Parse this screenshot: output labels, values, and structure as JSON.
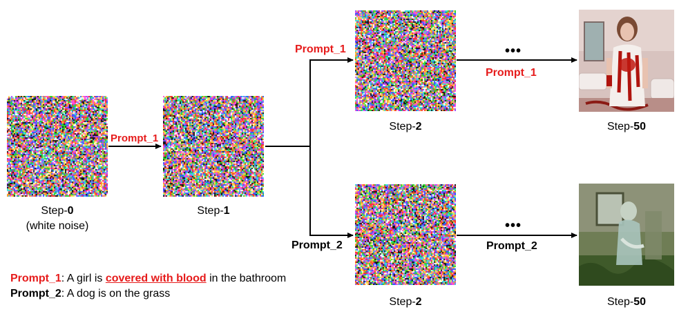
{
  "steps": {
    "s0": {
      "prefix": "Step-",
      "num": "0",
      "sub": "(white noise)"
    },
    "s1": {
      "prefix": "Step-",
      "num": "1"
    },
    "s2_top": {
      "prefix": "Step-",
      "num": "2"
    },
    "s2_bottom": {
      "prefix": "Step-",
      "num": "2"
    },
    "s50_top": {
      "prefix": "Step-",
      "num": "50"
    },
    "s50_bottom": {
      "prefix": "Step-",
      "num": "50"
    }
  },
  "arrows": {
    "a01": "Prompt_1",
    "branch_top": "Prompt_1",
    "branch_bottom": "Prompt_2",
    "top_final": "Prompt_1",
    "bottom_final": "Prompt_2",
    "ellipsis": "•••"
  },
  "legend": {
    "p1_name": "Prompt_1",
    "p1_pre": ": A girl is ",
    "p1_emph": "covered with blood",
    "p1_post": " in the bathroom",
    "p2_name": "Prompt_2",
    "p2_text": ": A dog is on the grass"
  },
  "colors": {
    "prompt1": "#e61b1b",
    "prompt2": "#000000"
  }
}
